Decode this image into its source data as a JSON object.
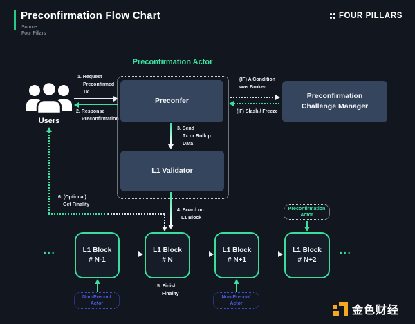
{
  "header": {
    "title": "Preconfirmation Flow Chart",
    "source_label": "Source:",
    "source_value": "Four Pillars",
    "brand": "FOUR PILLARS"
  },
  "diagram": {
    "actor_title": "Preconfirmation Actor",
    "users_label": "Users",
    "preconfer_label": "Preconfer",
    "l1_validator_label": "L1 Validator",
    "challenge_manager": {
      "line1": "Preconfirmation",
      "line2": "Challenge Manager"
    },
    "labels": {
      "step1": [
        "1. Request",
        "Preconfirmed",
        "Tx"
      ],
      "step2": [
        "2. Response",
        "Preconfirmation"
      ],
      "step3": [
        "3. Send",
        "Tx or Rollup",
        "Data"
      ],
      "step4": [
        "4. Board on",
        "L1 Block"
      ],
      "step5": [
        "5. Finish",
        "Finality"
      ],
      "step6": [
        "6. (Optional)",
        "Get Finality"
      ],
      "if_condition": [
        "(IF) A Condition",
        "was Broken"
      ],
      "if_slash": "(IF) Slash / Freeze"
    },
    "blocks": [
      {
        "line1": "L1 Block",
        "line2": "# N-1"
      },
      {
        "line1": "L1 Block",
        "line2": "# N"
      },
      {
        "line1": "L1 Block",
        "line2": "# N+1"
      },
      {
        "line1": "L1 Block",
        "line2": "# N+2"
      }
    ],
    "ellipsis": "...",
    "badges": {
      "non_preconf": {
        "line1": "Non-Preconf",
        "line2": "Actor"
      },
      "preconf": {
        "line1": "Preconfirmation",
        "line2": "Actor"
      }
    }
  },
  "footer": {
    "brand": "金色财经"
  },
  "colors": {
    "background": "#12171F",
    "accent_green": "#3CE0A1",
    "block_border_green": "#3CDC9B",
    "title_green": "#3BE3A4",
    "header_bar_green": "#27C98B",
    "slate_box": "#35455E",
    "badge_blue": "#4A5AE0",
    "jinse_orange": "#F5A623",
    "muted_gray": "#9AA5B0"
  }
}
